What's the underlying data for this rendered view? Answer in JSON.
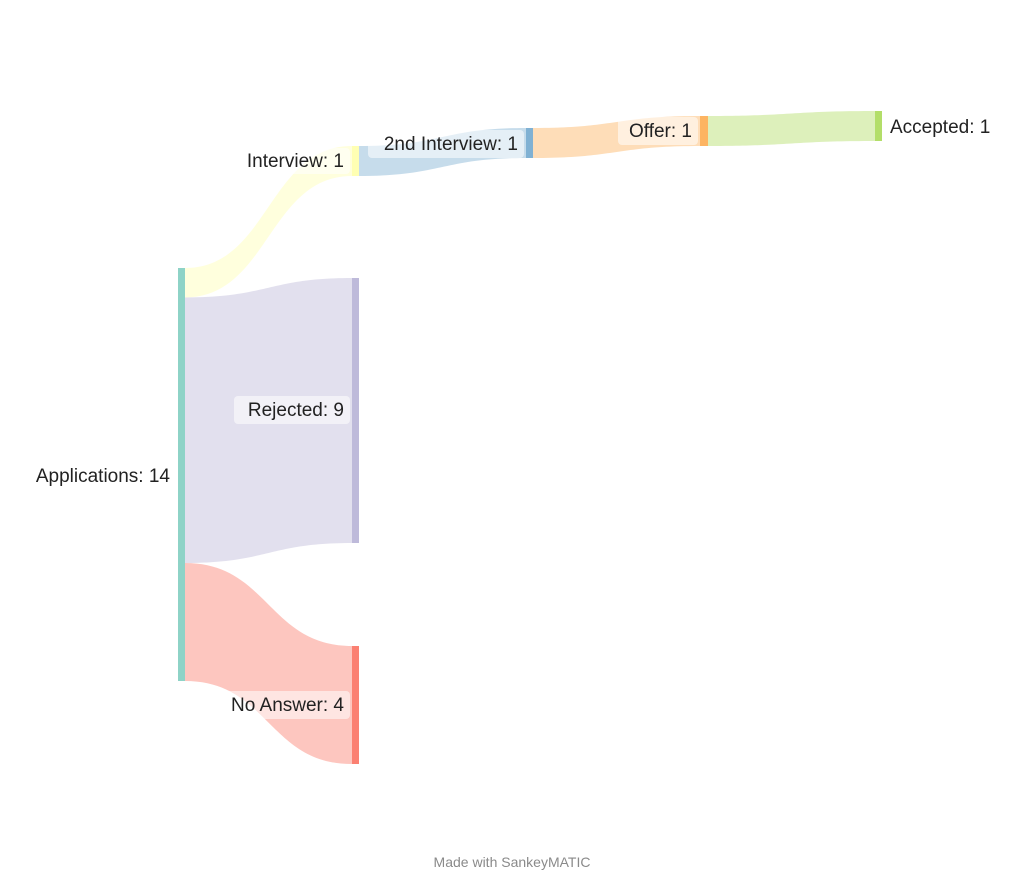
{
  "diagram": {
    "type": "sankey",
    "nodes": [
      {
        "id": "applications",
        "name": "Applications",
        "value": 14,
        "color": "#8ed3c7"
      },
      {
        "id": "interview",
        "name": "Interview",
        "value": 1,
        "color": "#ffffb3"
      },
      {
        "id": "rejected",
        "name": "Rejected",
        "value": 9,
        "color": "#bebada"
      },
      {
        "id": "no_answer",
        "name": "No Answer",
        "value": 4,
        "color": "#fb8072"
      },
      {
        "id": "second_interview",
        "name": "2nd Interview",
        "value": 1,
        "color": "#80b1d3"
      },
      {
        "id": "offer",
        "name": "Offer",
        "value": 1,
        "color": "#fdb462"
      },
      {
        "id": "accepted",
        "name": "Accepted",
        "value": 1,
        "color": "#b3de69"
      }
    ],
    "links": [
      {
        "source": "applications",
        "target": "interview",
        "value": 1
      },
      {
        "source": "applications",
        "target": "rejected",
        "value": 9
      },
      {
        "source": "applications",
        "target": "no_answer",
        "value": 4
      },
      {
        "source": "interview",
        "target": "second_interview",
        "value": 1
      },
      {
        "source": "second_interview",
        "target": "offer",
        "value": 1
      },
      {
        "source": "offer",
        "target": "accepted",
        "value": 1
      }
    ],
    "labels": {
      "applications": "Applications: 14",
      "interview": "Interview: 1",
      "rejected": "Rejected: 9",
      "no_answer": "No Answer: 4",
      "second_interview": "2nd Interview: 1",
      "offer": "Offer: 1",
      "accepted": "Accepted: 1"
    }
  },
  "footer": {
    "credit": "Made with SankeyMATIC"
  }
}
